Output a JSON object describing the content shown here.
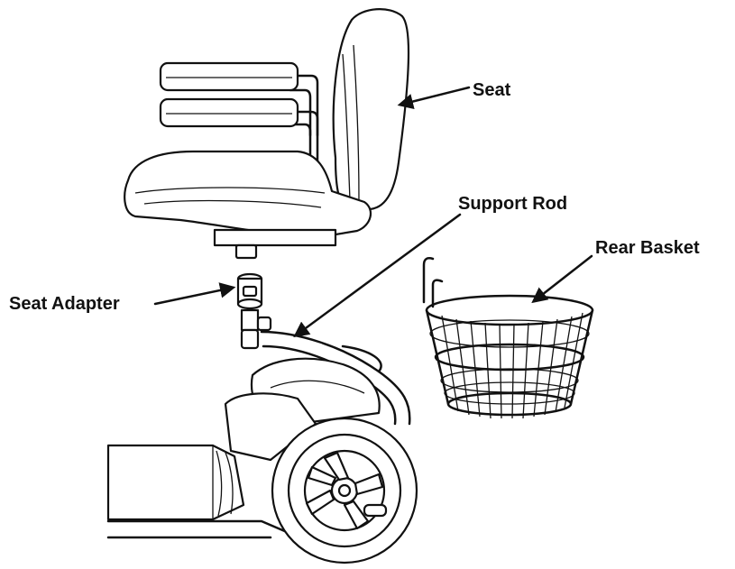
{
  "labels": {
    "seat": "Seat",
    "support_rod": "Support Rod",
    "rear_basket": "Rear Basket",
    "seat_adapter": "Seat Adapter"
  }
}
